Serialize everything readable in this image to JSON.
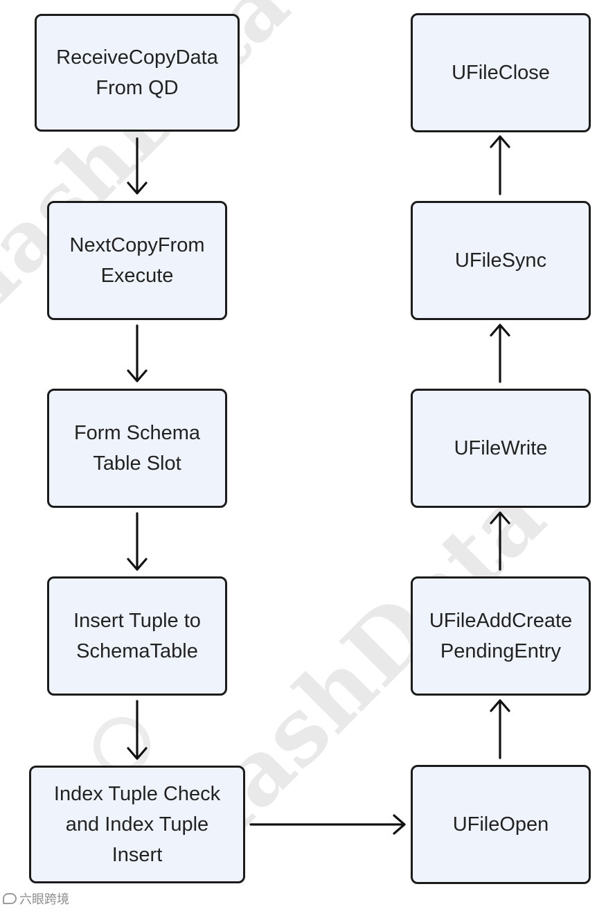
{
  "watermark": "HashData",
  "footer_text": "六眼跨境",
  "nodes": {
    "receive": "ReceiveCopyData\nFrom QD",
    "nextcopy": "NextCopyFrom\nExecute",
    "formschema": "Form Schema\nTable Slot",
    "inserttuple": "Insert Tuple to\nSchemaTable",
    "indextuple": "Index Tuple Check\nand Index Tuple\nInsert",
    "ufileopen": "UFileOpen",
    "ufileaddcreate": "UFileAddCreate\nPendingEntry",
    "ufilewrite": "UFileWrite",
    "ufilesync": "UFileSync",
    "ufileclose": "UFileClose"
  },
  "edges": [
    [
      "receive",
      "nextcopy"
    ],
    [
      "nextcopy",
      "formschema"
    ],
    [
      "formschema",
      "inserttuple"
    ],
    [
      "inserttuple",
      "indextuple"
    ],
    [
      "indextuple",
      "ufileopen"
    ],
    [
      "ufileopen",
      "ufileaddcreate"
    ],
    [
      "ufileaddcreate",
      "ufilewrite"
    ],
    [
      "ufilewrite",
      "ufilesync"
    ],
    [
      "ufilesync",
      "ufileclose"
    ]
  ]
}
